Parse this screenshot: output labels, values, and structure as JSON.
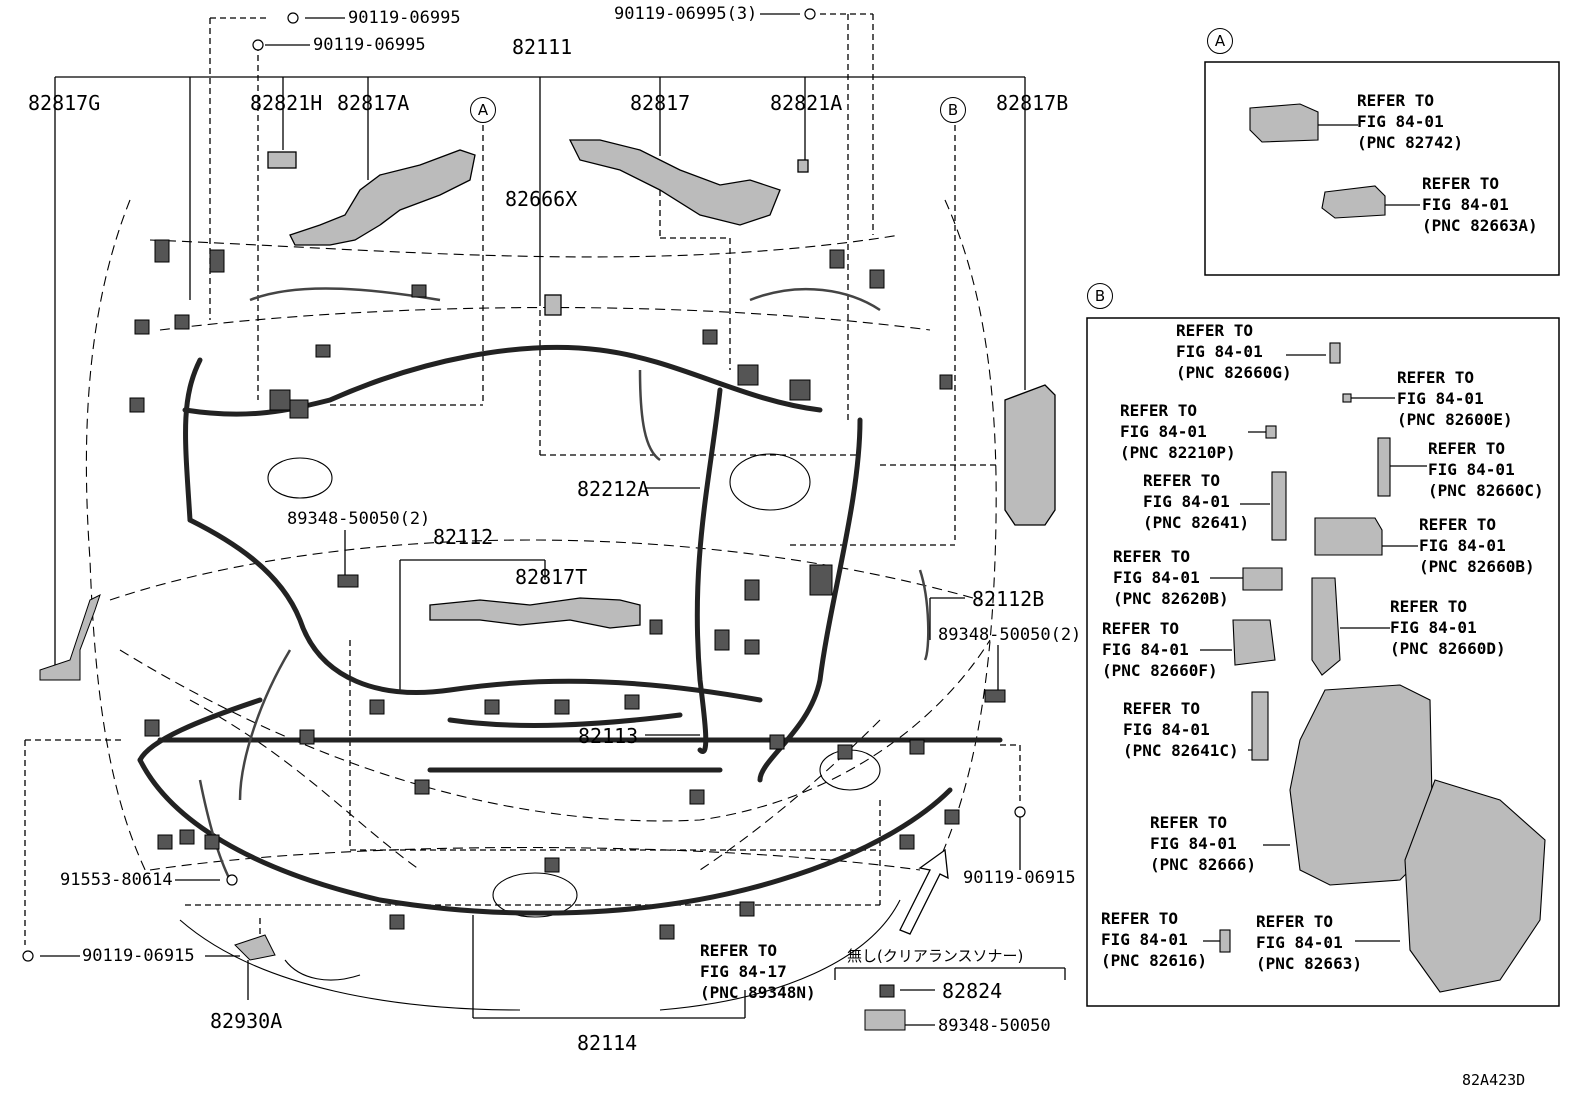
{
  "diagram_code": "82A423D",
  "note_jp": "無し(クリアランスソナー)",
  "circle_a": "A",
  "circle_b": "B",
  "part_labels": {
    "p82817G": "82817G",
    "p82821H": "82821H",
    "p82817A": "82817A",
    "p82111": "82111",
    "p82817": "82817",
    "p82821A": "82821A",
    "p82817B": "82817B",
    "p82666X": "82666X",
    "p82212A": "82212A",
    "p82112": "82112",
    "p82817T": "82817T",
    "p82112B": "82112B",
    "p82113": "82113",
    "p82114": "82114",
    "p82930A": "82930A",
    "p82824": "82824",
    "b90119_06995_a": "90119-06995",
    "b90119_06995_b": "90119-06995",
    "b90119_06995_3": "90119-06995(3)",
    "c89348_50050_2a": "89348-50050(2)",
    "c89348_50050_2b": "89348-50050(2)",
    "c89348_50050": "89348-50050",
    "s91553_80614": "91553-80614",
    "b90119_06915_a": "90119-06915",
    "b90119_06915_b": "90119-06915"
  },
  "refer_to": "REFER TO",
  "refs": {
    "a_82742": {
      "fig": "FIG 84-01",
      "pnc": "(PNC 82742)"
    },
    "a_82663A": {
      "fig": "FIG 84-01",
      "pnc": "(PNC 82663A)"
    },
    "b_82660G": {
      "fig": "FIG 84-01",
      "pnc": "(PNC 82660G)"
    },
    "b_82600E": {
      "fig": "FIG 84-01",
      "pnc": "(PNC 82600E)"
    },
    "b_82210P": {
      "fig": "FIG 84-01",
      "pnc": "(PNC 82210P)"
    },
    "b_82660C": {
      "fig": "FIG 84-01",
      "pnc": "(PNC 82660C)"
    },
    "b_82641": {
      "fig": "FIG 84-01",
      "pnc": "(PNC 82641)"
    },
    "b_82660B": {
      "fig": "FIG 84-01",
      "pnc": "(PNC 82660B)"
    },
    "b_82620B": {
      "fig": "FIG 84-01",
      "pnc": "(PNC 82620B)"
    },
    "b_82660D": {
      "fig": "FIG 84-01",
      "pnc": "(PNC 82660D)"
    },
    "b_82660F": {
      "fig": "FIG 84-01",
      "pnc": "(PNC 82660F)"
    },
    "b_82641C": {
      "fig": "FIG 84-01",
      "pnc": "(PNC 82641C)"
    },
    "b_82666": {
      "fig": "FIG 84-01",
      "pnc": "(PNC 82666)"
    },
    "b_82616": {
      "fig": "FIG 84-01",
      "pnc": "(PNC 82616)"
    },
    "b_82663": {
      "fig": "FIG 84-01",
      "pnc": "(PNC 82663)"
    },
    "m_89348N": {
      "fig": "FIG 84-17",
      "pnc": "(PNC 89348N)"
    }
  }
}
